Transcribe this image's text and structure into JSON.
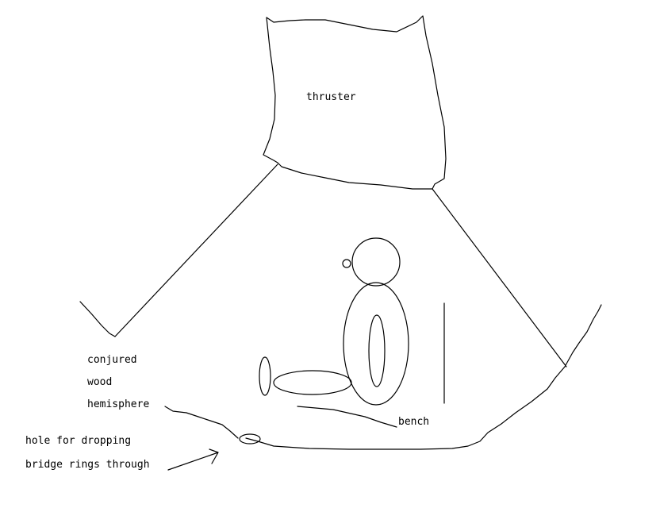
{
  "labels": {
    "thruster": "thruster",
    "conjured": "conjured",
    "wood": "wood",
    "hemisphere": "hemisphere",
    "bench": "bench",
    "hole_line1": "hole for dropping",
    "hole_line2": "bridge rings through"
  },
  "colors": {
    "ink": "#000000",
    "background": "#ffffff"
  }
}
